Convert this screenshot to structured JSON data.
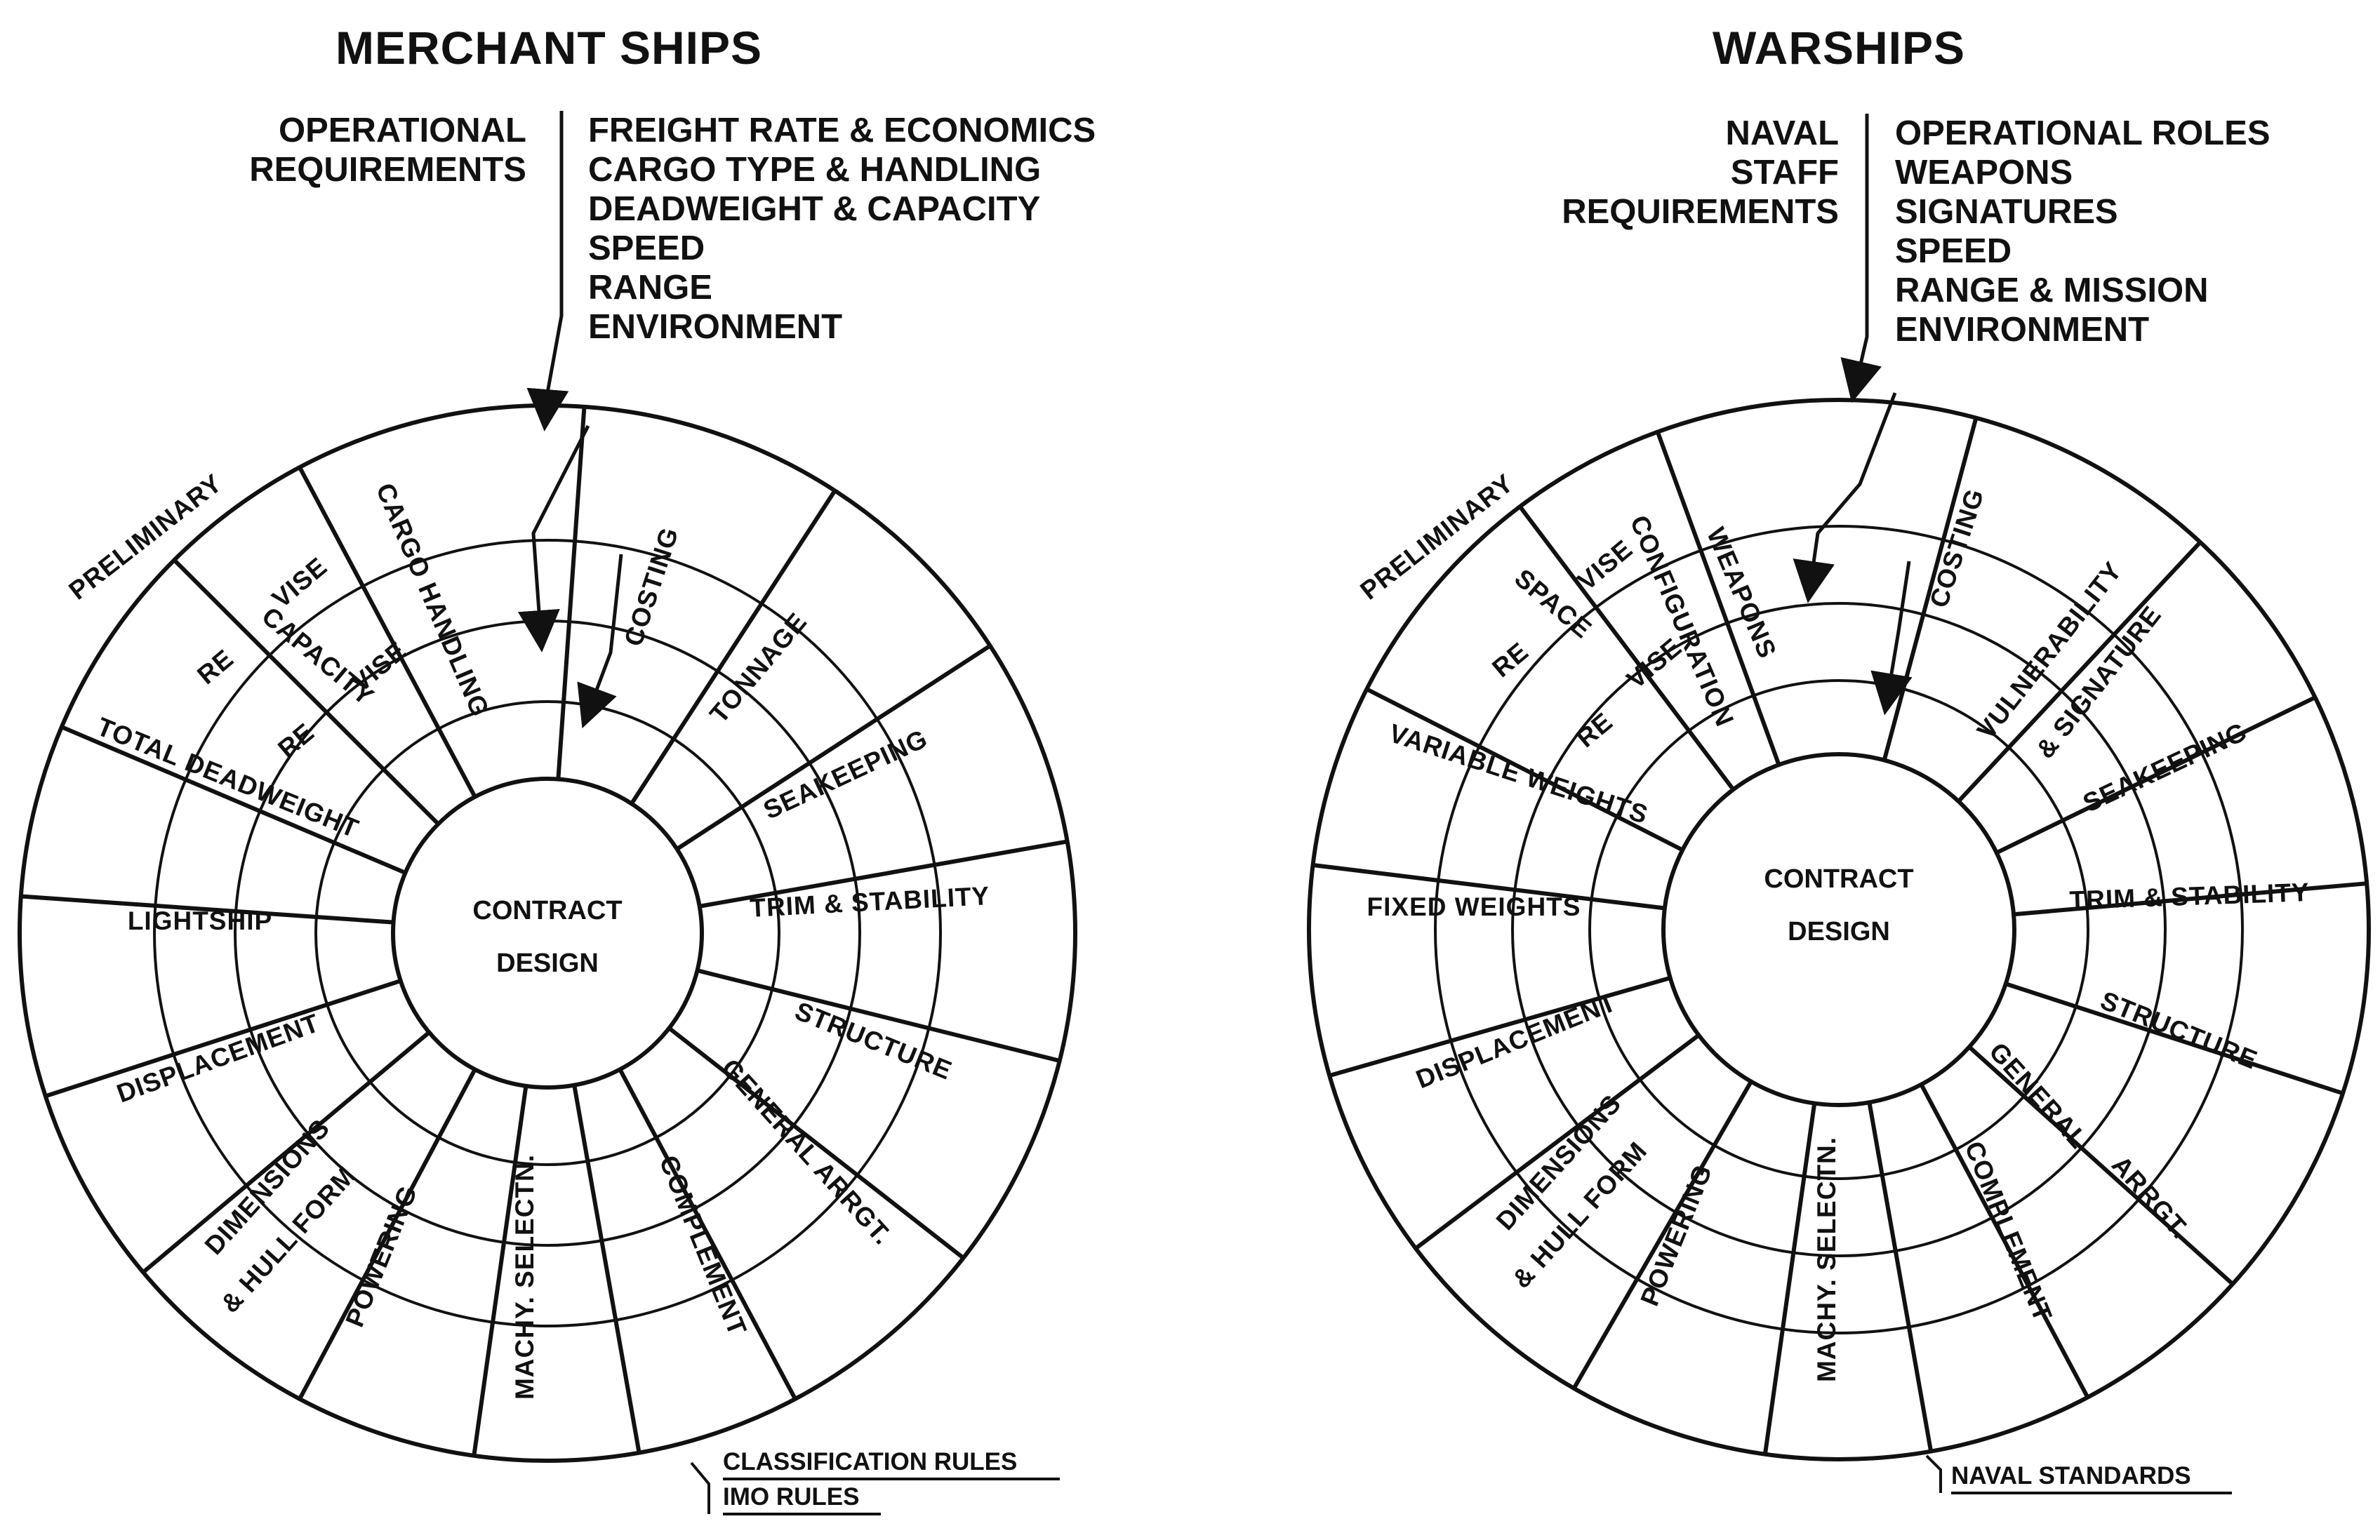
{
  "merchant": {
    "title": "MERCHANT SHIPS",
    "requirements_label": [
      "OPERATIONAL",
      "REQUIREMENTS"
    ],
    "requirements": [
      "FREIGHT RATE & ECONOMICS",
      "CARGO TYPE & HANDLING",
      "DEADWEIGHT & CAPACITY",
      "SPEED",
      "RANGE",
      "ENVIRONMENT"
    ],
    "center": [
      "CONTRACT",
      "DESIGN"
    ],
    "segments": {
      "cargo_handling": "CARGO HANDLING",
      "costing": "COSTING",
      "tonnage": "TONNAGE",
      "seakeeping": "SEAKEEPING",
      "trim_stability": "TRIM & STABILITY",
      "structure": "STRUCTURE",
      "general_arrgt": "GENERAL ARRGT.",
      "complement": "COMPLEMENT",
      "machy_selectn": "MACHY. SELECTN.",
      "powering": "POWERING",
      "dimensions": "DIMENSIONS",
      "hull_form": "& HULL FORM",
      "displacement": "DISPLACEMENT",
      "lightship": "LIGHTSHIP",
      "total_deadweight": "TOTAL DEADWEIGHT",
      "re_1": "RE",
      "vise_1": "VISE",
      "capacity": "CAPACITY",
      "re_2": "RE",
      "vise_2": "VISE"
    },
    "preliminary": "PRELIMINARY",
    "rules": [
      "CLASSIFICATION RULES",
      "IMO RULES"
    ]
  },
  "warship": {
    "title": "WARSHIPS",
    "requirements_label": [
      "NAVAL",
      "STAFF",
      "REQUIREMENTS"
    ],
    "requirements": [
      "OPERATIONAL ROLES",
      "WEAPONS",
      "SIGNATURES",
      "SPEED",
      "RANGE & MISSION",
      "ENVIRONMENT"
    ],
    "center": [
      "CONTRACT",
      "DESIGN"
    ],
    "segments": {
      "weapons": "WEAPONS",
      "configuration": "CONFIGURATION",
      "costing": "COSTING",
      "vulnerability": "VULNERABILITY",
      "signature": "& SIGNATURE",
      "seakeeping": "SEAKEEPING",
      "trim_stability": "TRIM & STABILITY",
      "structure": "STRUCTURE",
      "general": "GENERAL",
      "arrgt": "ARRGT.",
      "complement": "COMPLEMENT",
      "machy_selectn": "MACHY. SELECTN.",
      "powering": "POWERING",
      "dimensions": "DIMENSIONS",
      "hull_form": "& HULL FORM",
      "displacement": "DISPLACEMENT",
      "fixed_weights": "FIXED WEIGHTS",
      "variable_weights": "VARIABLE WEIGHTS",
      "re_1": "RE",
      "space": "SPACE",
      "vise_1": "VISE",
      "re_2": "RE",
      "vise_2": "VISE"
    },
    "preliminary": "PRELIMINARY",
    "rules": [
      "NAVAL STANDARDS"
    ]
  }
}
